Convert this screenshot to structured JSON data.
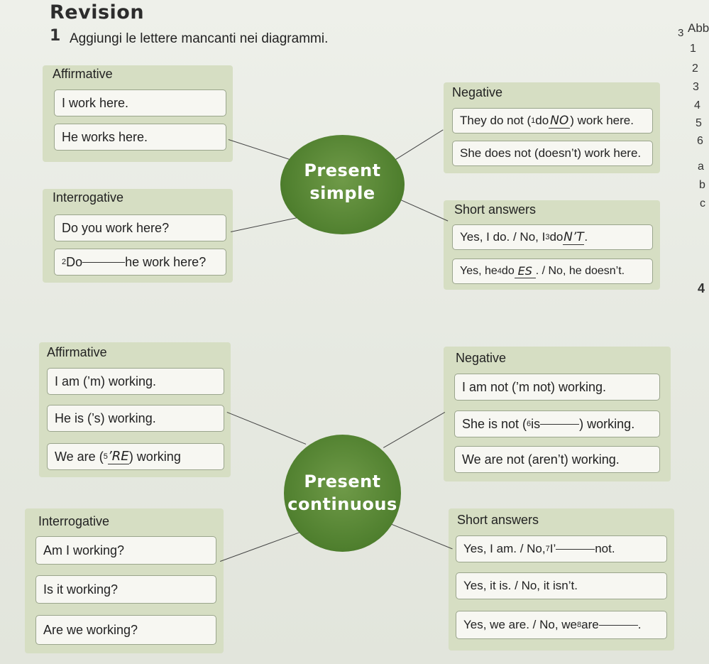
{
  "header": {
    "title": "Revision",
    "exercise_number": "1",
    "instruction": "Aggiungi le lettere mancanti nei diagrammi."
  },
  "side": {
    "ex3": "3",
    "heading": "Abb",
    "items": [
      "1",
      "2",
      "3",
      "4",
      "5",
      "6",
      "a",
      "b",
      "c"
    ],
    "ex4": "4"
  },
  "simple": {
    "center": [
      "Present",
      "simple"
    ],
    "affirmative": {
      "label": "Affirmative",
      "s1": "I work here.",
      "s2": "He works here."
    },
    "negative": {
      "label": "Negative",
      "s1_pre": "They do not (",
      "s1_num": "1",
      "s1_fill": "do",
      "s1_ans": "NO",
      "s1_post": ") work here.",
      "s2": "She does not (doesn’t) work here."
    },
    "interrogative": {
      "label": "Interrogative",
      "s1": "Do you work here?",
      "s2_num": "2",
      "s2_fill": "Do",
      "s2_post": " he work here?"
    },
    "short": {
      "label": "Short answers",
      "s1_pre": "Yes, I do. / No, I ",
      "s1_num": "3",
      "s1_fill": "do",
      "s1_ans": "N’T",
      "s1_post": ".",
      "s2_pre": "Yes, he ",
      "s2_num": "4",
      "s2_fill": "do",
      "s2_ans": "ES",
      "s2_post": ". / No, he doesn’t."
    }
  },
  "continuous": {
    "center": [
      "Present",
      "continuous"
    ],
    "affirmative": {
      "label": "Affirmative",
      "s1": "I am (’m) working.",
      "s2": "He is (’s) working.",
      "s3_pre": "We are (",
      "s3_num": "5",
      "s3_ans": "’RE",
      "s3_post": ") working"
    },
    "negative": {
      "label": "Negative",
      "s1": "I am not (’m not) working.",
      "s2_pre": "She is not (",
      "s2_num": "6",
      "s2_fill": "is",
      "s2_post": ") working.",
      "s3": "We are not (aren’t) working."
    },
    "interrogative": {
      "label": "Interrogative",
      "s1": "Am I working?",
      "s2": "Is it working?",
      "s3": "Are we working?"
    },
    "short": {
      "label": "Short answers",
      "s1_pre": "Yes, I am. / No, ",
      "s1_num": "7",
      "s1_fill": "I’",
      "s1_post": " not.",
      "s2": "Yes, it is. / No, it isn’t.",
      "s3_pre": "Yes, we are. / No, we ",
      "s3_num": "8",
      "s3_fill": "are",
      "s3_post": "."
    }
  },
  "colors": {
    "panel": "#d6dec3",
    "center": "#4f7f2e",
    "box": "#f7f7f2"
  }
}
